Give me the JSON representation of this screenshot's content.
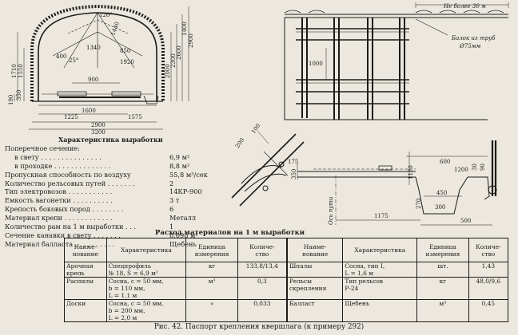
{
  "figure": {
    "caption": "Рис. 42. Паспорт крепления квершлага (к примеру 292)"
  },
  "cross_section": {
    "title": "Характеристика выработки",
    "dims": [
      "120°",
      "1440",
      "400",
      "1340",
      "25°",
      "850",
      "1920",
      "1710",
      "1550",
      "900",
      "2000",
      "2300",
      "2600",
      "190",
      "350",
      "1225",
      "1600",
      "1575",
      "2900",
      "3200",
      "1400",
      "2900"
    ]
  },
  "plan_view": {
    "max_spacing": "Не более 30 м",
    "pipe_note": [
      "Балок из труб",
      "Ø75мм"
    ],
    "dim_1000": "1000"
  },
  "detail": {
    "dims": [
      "200",
      "100",
      "175",
      "350",
      "600",
      "1170",
      "1200",
      "30",
      "90",
      "450",
      "270",
      "300",
      "1175",
      "500"
    ],
    "axis_label": "Ось пути"
  },
  "characteristics": {
    "rows": [
      {
        "label": "Поперечное сечение:",
        "value": "",
        "sub": false
      },
      {
        "label": "в свету . . . . . . . . . . . . . . .",
        "value": "6,9 м²",
        "sub": true
      },
      {
        "label": "в проходке . . . . . . . . . . . . . .",
        "value": "8,8 м²",
        "sub": true
      },
      {
        "label": "Пропускная способность по воздуху",
        "value": "55,8 м³/сек",
        "sub": false
      },
      {
        "label": "Количество рельсовых путей . . . . . . .",
        "value": "2",
        "sub": false
      },
      {
        "label": "Тип электровозов . . . . . . . . . . .",
        "value": "14КР-900",
        "sub": false
      },
      {
        "label": "Емкость вагонетки . . . . . . . . . .",
        "value": "3 т",
        "sub": false
      },
      {
        "label": "Крепость боковых пород . . . . . . . .",
        "value": "6",
        "sub": false
      },
      {
        "label": "Материал крепи . . . . . . . . . . . .",
        "value": "Металл",
        "sub": false
      },
      {
        "label": "Количество рам на 1 м выработки . . .",
        "value": "1",
        "sub": false
      },
      {
        "label": "Сечение канавки в свету . . . . . . .",
        "value": "0,098 м²",
        "sub": false
      },
      {
        "label": "Материал балласта . . . . . . . . . .",
        "value": "Щебень",
        "sub": false
      }
    ]
  },
  "consumption": {
    "title": "Расход материалов на 1 м выработки",
    "headers": [
      "Наиме-\nнование",
      "Характеристика",
      "Единица\nизмерения",
      "Количе-\nство",
      "Наиме-\nнование",
      "Характеристика",
      "Единица\nизмерения",
      "Количе-\nство"
    ],
    "rows": [
      [
        "Арочная\nкрепь",
        "Спецпрофиль\n№ 18, S = 6,9 м²",
        "кг",
        "133,8/13,4",
        "Шпалы",
        "Сосна, тип I,\nL = 1,6 м",
        "шт.",
        "1,43"
      ],
      [
        "Распилы",
        "Сосна, c = 50 мм,\nb = 110 мм,\nL = 1,1 м",
        "м³",
        "0,3",
        "Рельсы\nскрепления",
        "Тип рельсов\nР-24",
        "кг",
        "48,0/9,6"
      ],
      [
        "Доски",
        "Сосна, c = 50 мм,\nb = 200 мм,\nL = 2,0 м",
        "»",
        "0,033",
        "Балласт",
        "Щебень",
        "м³",
        "0,45"
      ]
    ]
  }
}
